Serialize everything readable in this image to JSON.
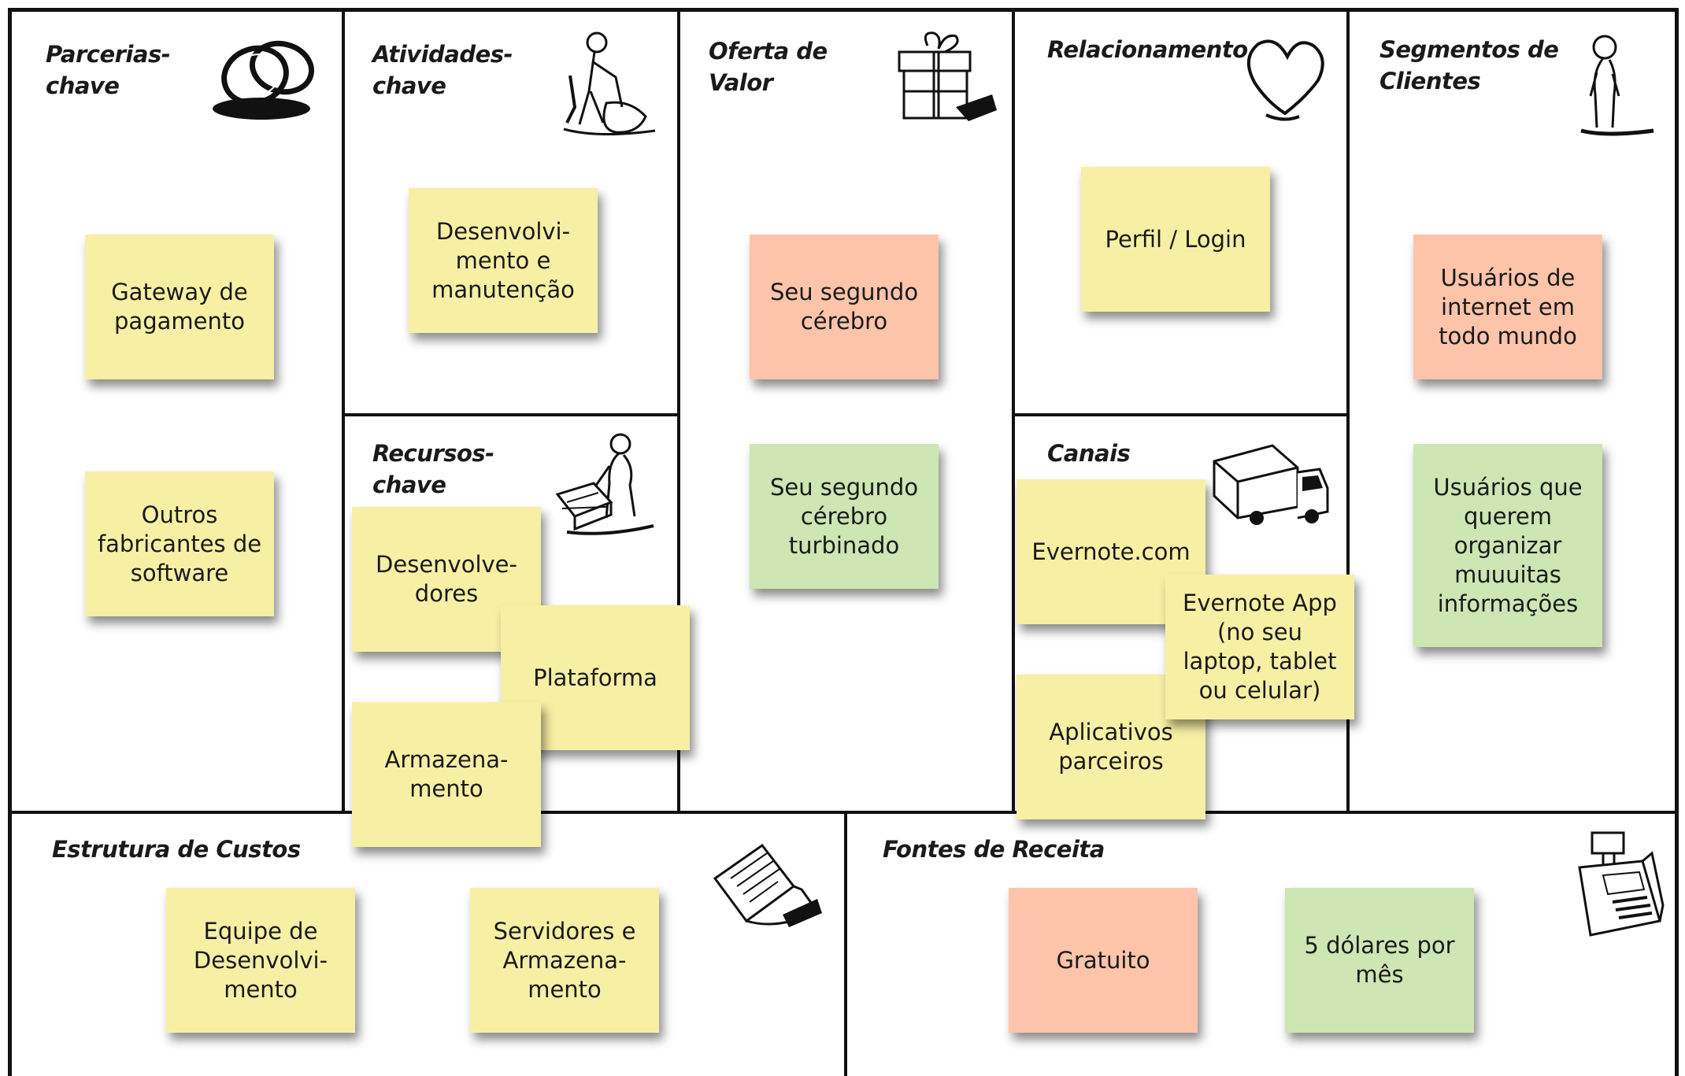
{
  "colors": {
    "yellow": "#f7f0a4",
    "salmon": "#fdc4aa",
    "green": "#cde6b4",
    "border": "#111111"
  },
  "sections": {
    "key_partners": {
      "title": "Parcerias-\nchave",
      "icon": "rings-icon",
      "notes": [
        "Gateway de\npagamento",
        "Outros\nfabricantes de\nsoftware"
      ]
    },
    "key_activities": {
      "title": "Atividades-\nchave",
      "icon": "worker-digging-icon",
      "notes": [
        "Desenvolvi-\nmento e\nmanutenção"
      ]
    },
    "key_resources": {
      "title": "Recursos-\nchave",
      "icon": "worker-with-machine-icon",
      "notes": [
        "Desenvolve-\ndores",
        "Plataforma",
        "Armazena-\nmento"
      ]
    },
    "value_proposition": {
      "title": "Oferta de\nValor",
      "icon": "gift-box-icon",
      "notes": [
        "Seu segundo\ncérebro",
        "Seu segundo\ncérebro\nturbinado"
      ]
    },
    "relationship": {
      "title": "Relacionamento",
      "icon": "heart-icon",
      "notes": [
        "Perfil / Login"
      ]
    },
    "channels": {
      "title": "Canais",
      "icon": "truck-icon",
      "notes": [
        "Evernote.com",
        "Evernote App\n(no seu\nlaptop, tablet\nou celular)",
        "Aplicativos\nparceiros"
      ]
    },
    "customer_segments": {
      "title": "Segmentos de\nClientes",
      "icon": "person-icon",
      "notes": [
        "Usuários de\ninternet em\ntodo mundo",
        "Usuários que\nquerem\norganizar\nmuuuitas\ninformações"
      ]
    },
    "cost_structure": {
      "title": "Estrutura de Custos",
      "icon": "document-icon",
      "notes": [
        "Equipe de\nDesenvolvi-\nmento",
        "Servidores e\nArmazena-\nmento"
      ]
    },
    "revenue_streams": {
      "title": "Fontes de Receita",
      "icon": "cash-register-icon",
      "notes": [
        "Gratuito",
        "5 dólares por\nmês"
      ]
    }
  }
}
